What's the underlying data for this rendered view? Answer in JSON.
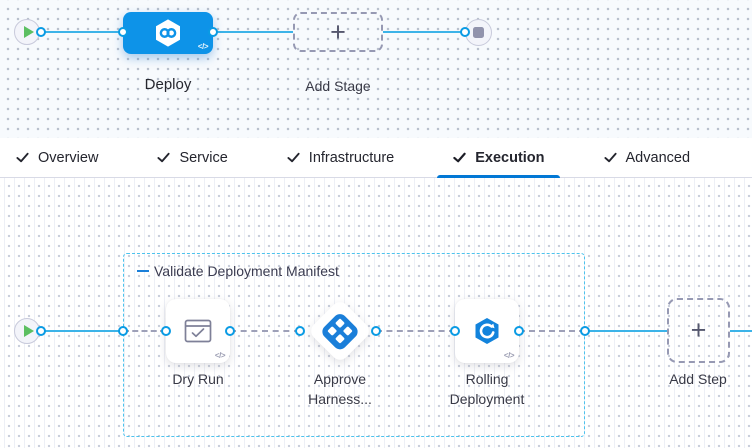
{
  "pipeline_studio": {
    "stage_lane": {
      "start_node": {
        "icon": "play"
      },
      "stage": {
        "label": "Deploy",
        "type_icon": "harness-cd-hexagon",
        "code_glyph": "</>"
      },
      "add_stage": {
        "label": "Add Stage",
        "plus_glyph": "+"
      },
      "end_node": {
        "icon": "stop"
      }
    },
    "tabs": {
      "active_tab": "Execution",
      "items": [
        {
          "label": "Overview",
          "checked": true
        },
        {
          "label": "Service",
          "checked": true
        },
        {
          "label": "Infrastructure",
          "checked": true
        },
        {
          "label": "Execution",
          "checked": true
        },
        {
          "label": "Advanced",
          "checked": true
        }
      ]
    },
    "execution_lane": {
      "step_group": {
        "label": "Validate Deployment Manifest",
        "collapse_icon": "minus-dash"
      },
      "steps": [
        {
          "label": "Dry Run",
          "icon": "window-check",
          "code_glyph": "</>"
        },
        {
          "label": "Approve Harness...",
          "icon": "harness-approval-diamond"
        },
        {
          "label": "Rolling Deployment",
          "icon": "rolling-deployment-hexagon",
          "code_glyph": "</>"
        }
      ],
      "add_step": {
        "label": "Add Step",
        "plus_glyph": "+"
      }
    },
    "colors": {
      "stage_selected_blue": "#0d93e8",
      "line_blue": "#3cb3e8",
      "connector_ring_blue": "#0a9be4",
      "active_tab_underline": "#0278d5",
      "step_group_border": "#4cc3ee",
      "play_green": "#5cbf61",
      "node_gray": "#9193ac",
      "dashed_line_gray": "#9da0b8"
    }
  }
}
